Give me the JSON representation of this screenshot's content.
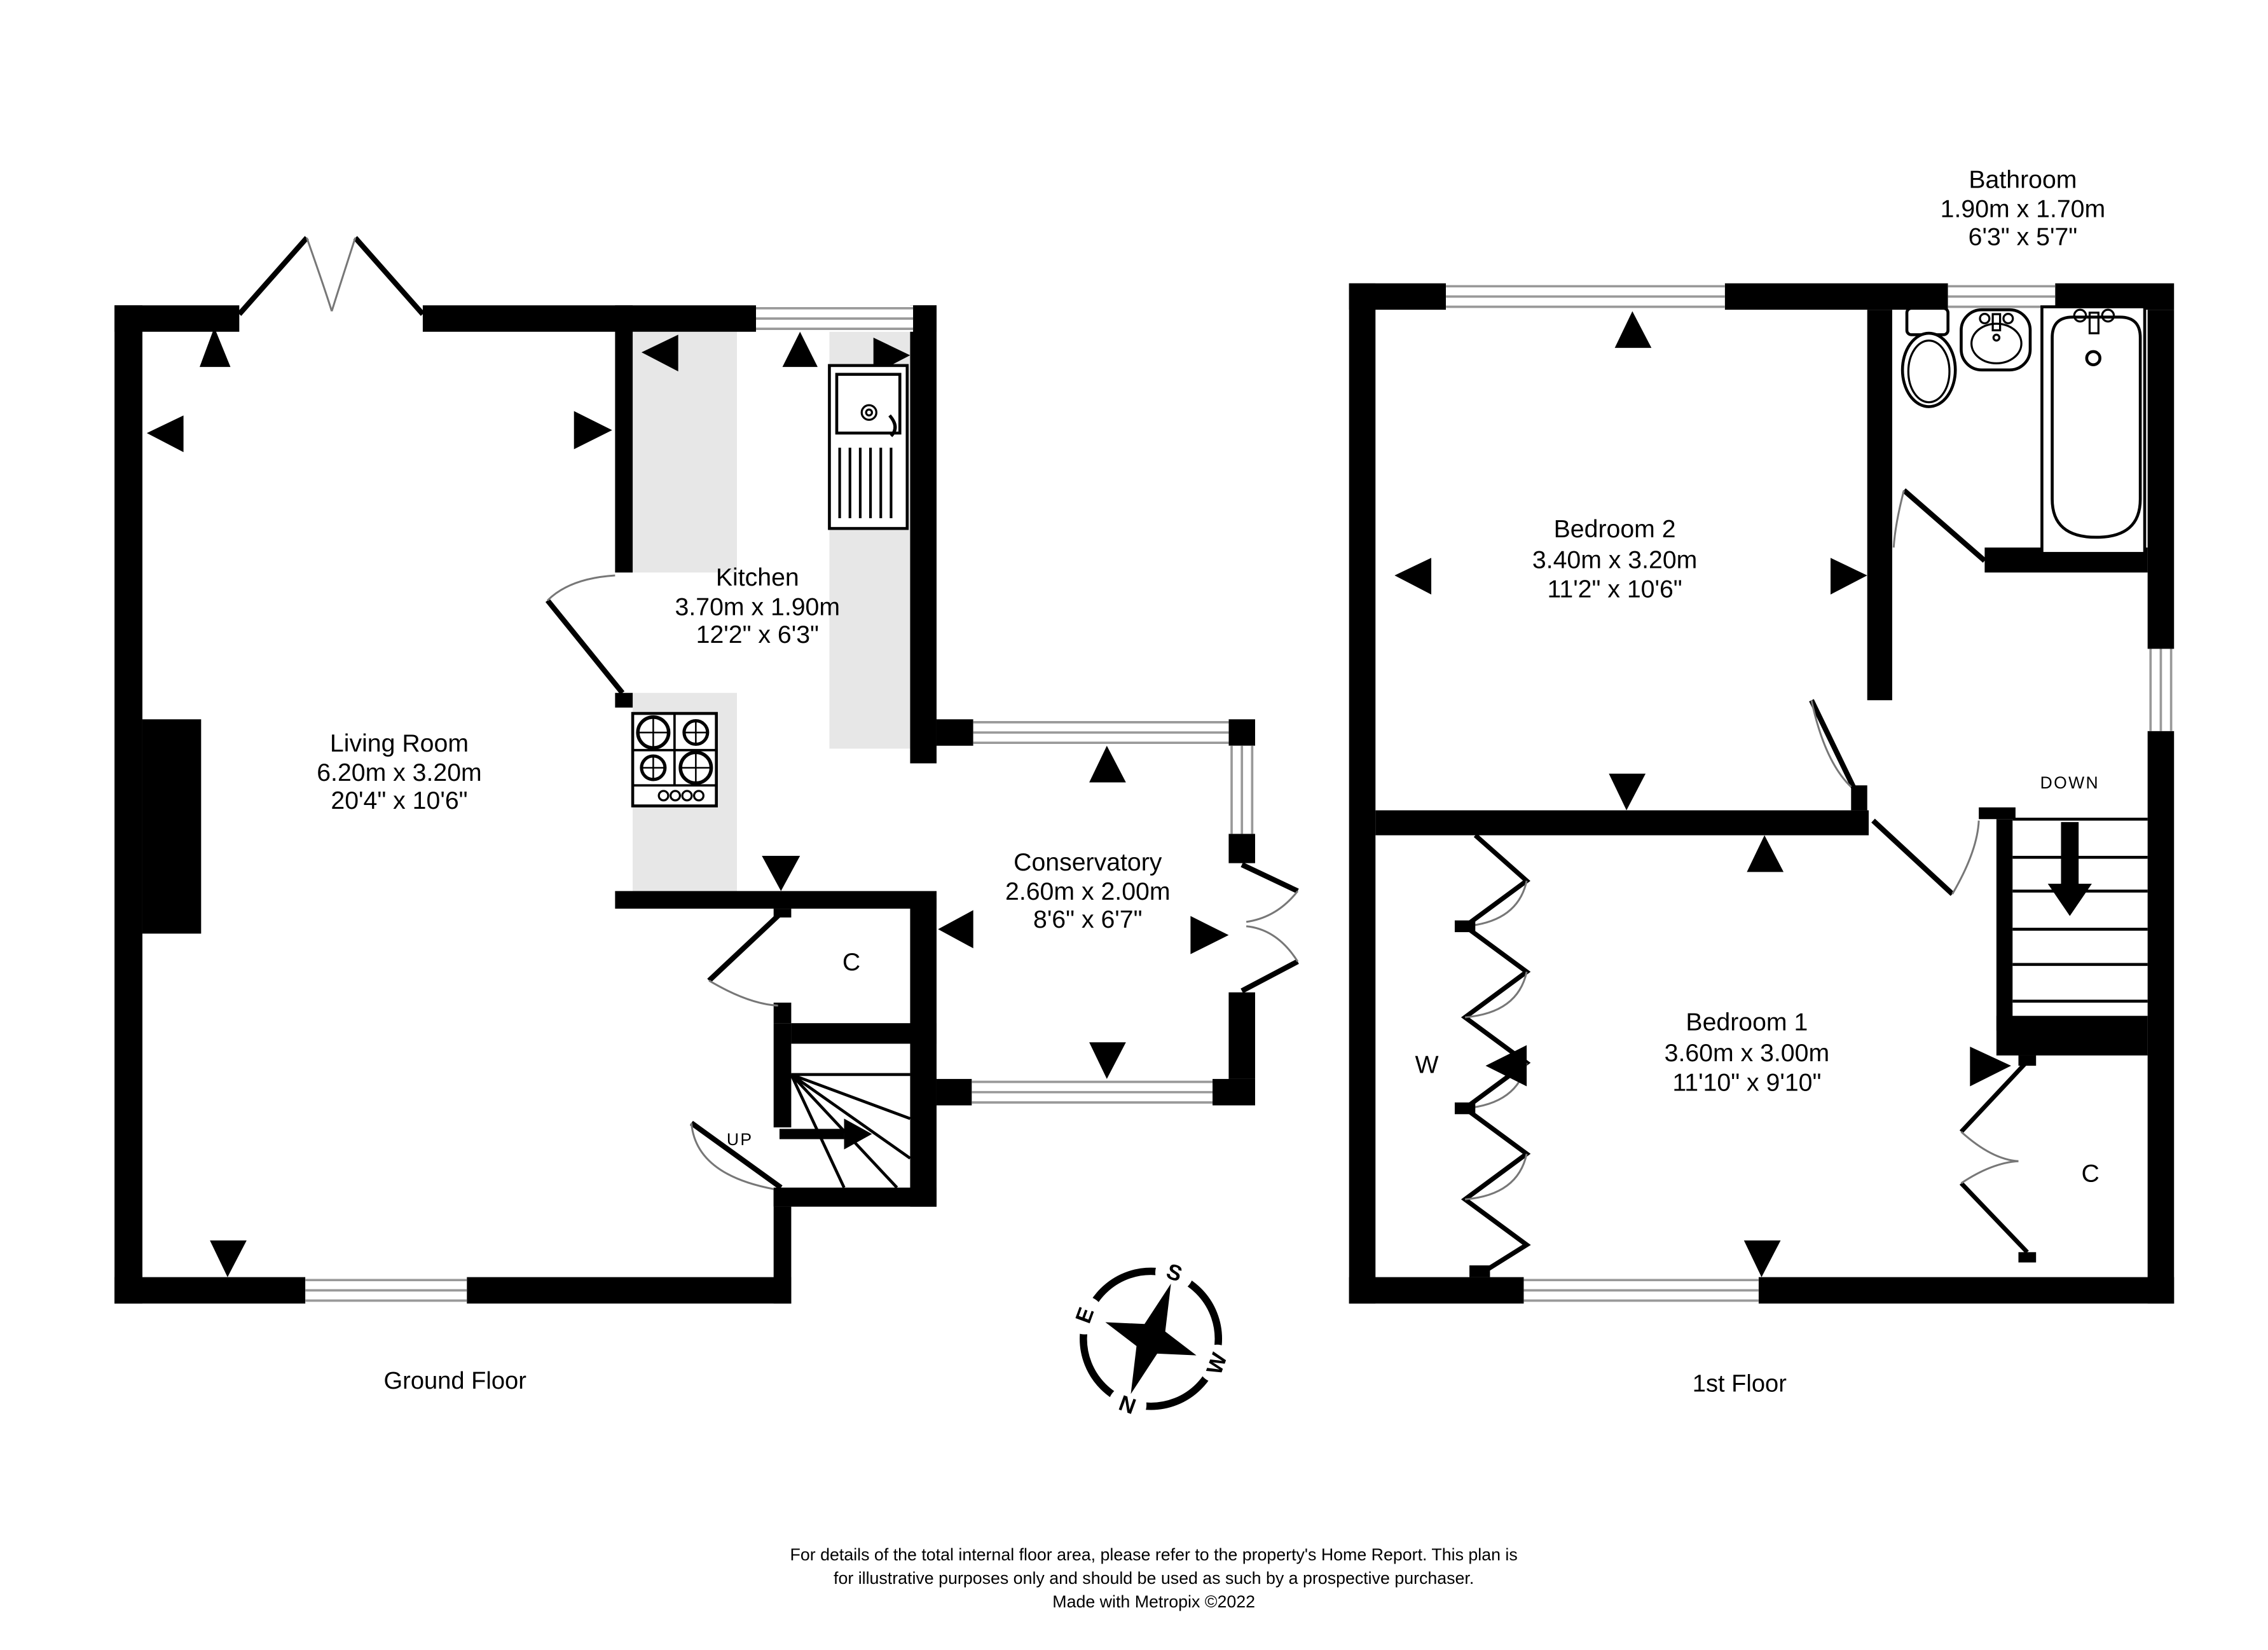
{
  "floors": {
    "ground": "Ground Floor",
    "first": "1st Floor"
  },
  "rooms": {
    "living_room": {
      "name": "Living Room",
      "metric": "6.20m  x 3.20m",
      "imperial": "20'4\"  x 10'6\""
    },
    "kitchen": {
      "name": "Kitchen",
      "metric": "3.70m  x 1.90m",
      "imperial": "12'2\"  x 6'3\""
    },
    "conservatory": {
      "name": "Conservatory",
      "metric": "2.60m  x 2.00m",
      "imperial": "8'6\"  x 6'7\""
    },
    "bedroom_1": {
      "name": "Bedroom 1",
      "metric": "3.60m  x 3.00m",
      "imperial": "11'10\"  x 9'10\""
    },
    "bedroom_2": {
      "name": "Bedroom 2",
      "metric": "3.40m  x 3.20m",
      "imperial": "11'2\"  x 10'6\""
    },
    "bathroom": {
      "name": "Bathroom",
      "metric": "1.90m  x 1.70m",
      "imperial": "6'3\"  x 5'7\""
    }
  },
  "closets": {
    "ground_closet": "C",
    "first_closet": "C",
    "wardrobe": "W"
  },
  "stairs": {
    "up": "UP",
    "down": "DOWN"
  },
  "compass": {
    "north": "N",
    "south": "S",
    "east": "E",
    "west": "W"
  },
  "footer": {
    "line1": "For details of the total internal floor area, please refer to the property's Home Report. This plan is",
    "line2": "for illustrative purposes only and should be used as such by a prospective purchaser.",
    "line3": "Made with Metropix ©2022"
  },
  "colors": {
    "wall": "#000000",
    "window_line": "#999999",
    "counter": "#e7e7e7",
    "door_arc": "#777777"
  }
}
